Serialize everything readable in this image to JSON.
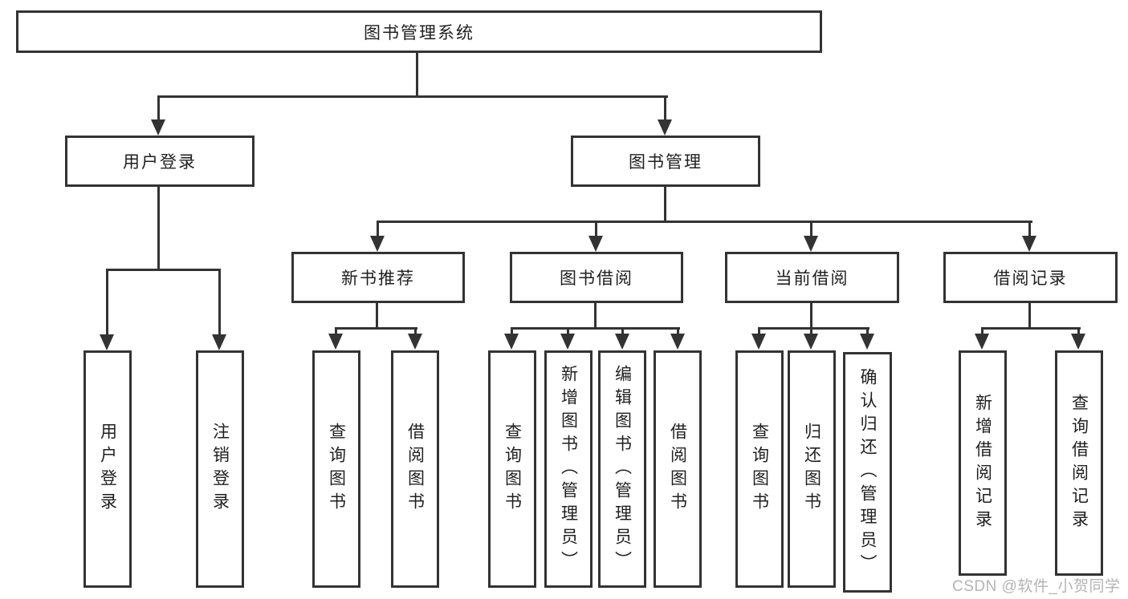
{
  "diagram_type": "hierarchy-tree",
  "colors": {
    "line": "#333333",
    "box_background": "#ffffff",
    "text": "#1f1f1f",
    "watermark": "#b4b4b4",
    "page_background": "#ffffff"
  },
  "tree": {
    "label": "图书管理系统",
    "children": [
      {
        "label": "用户登录",
        "children": [
          {
            "label": "用户登录"
          },
          {
            "label": "注销登录"
          }
        ]
      },
      {
        "label": "图书管理",
        "children": [
          {
            "label": "新书推荐",
            "children": [
              {
                "label": "查询图书"
              },
              {
                "label": "借阅图书"
              }
            ]
          },
          {
            "label": "图书借阅",
            "children": [
              {
                "label": "查询图书"
              },
              {
                "label": "新增图书（管理员）"
              },
              {
                "label": "编辑图书（管理员）"
              },
              {
                "label": "借阅图书"
              }
            ]
          },
          {
            "label": "当前借阅",
            "children": [
              {
                "label": "查询图书"
              },
              {
                "label": "归还图书"
              },
              {
                "label": "确认归还（管理员）"
              }
            ]
          },
          {
            "label": "借阅记录",
            "children": [
              {
                "label": "新增借阅记录"
              },
              {
                "label": "查询借阅记录"
              }
            ]
          }
        ]
      }
    ]
  },
  "watermark": {
    "text": "CSDN @软件_小贺同学"
  }
}
